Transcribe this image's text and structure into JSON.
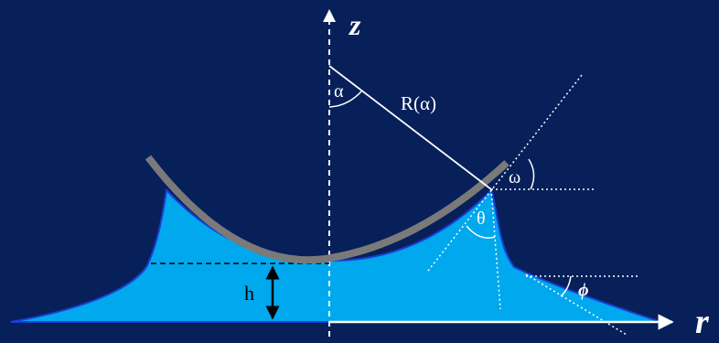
{
  "colors": {
    "background": "#07205a",
    "liquid": "#00a8ee",
    "liquid_edge": "#1a3fd6",
    "sphere": "#7a7a7a",
    "lines": "#ffffff"
  },
  "labels": {
    "z_axis": "z",
    "r_axis": "r",
    "alpha": "α",
    "radius": "R(α)",
    "omega": "ω",
    "theta": "θ",
    "phi": "ϕ",
    "height": "h"
  }
}
